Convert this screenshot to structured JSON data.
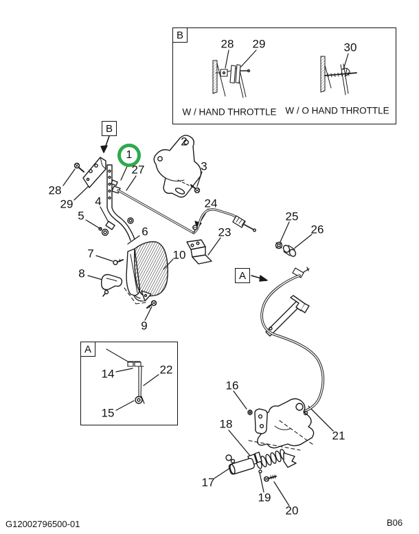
{
  "doc": {
    "part_number": "G12002796500-01",
    "page_code": "B06"
  },
  "refs": {
    "a": "A",
    "b": "B"
  },
  "inset_b": {
    "caption_with_hand_throttle": "W / HAND THROTTLE",
    "caption_without_hand_throttle": "W / O HAND THROTTLE"
  },
  "colors": {
    "line": "#1a1a1a",
    "highlight_circle": "#2fa94d"
  },
  "callouts": {
    "c1": "1",
    "c2": "2",
    "c3": "3",
    "c4": "4",
    "c5": "5",
    "c6": "6",
    "c7": "7",
    "c8": "8",
    "c9": "9",
    "c10": "10",
    "c14": "14",
    "c15": "15",
    "c16": "16",
    "c17": "17",
    "c18": "18",
    "c19": "19",
    "c20": "20",
    "c21": "21",
    "c22": "22",
    "c23": "23",
    "c24": "24",
    "c25": "25",
    "c26": "26",
    "c27": "27",
    "c28": "28",
    "c29": "29",
    "c30": "30"
  }
}
